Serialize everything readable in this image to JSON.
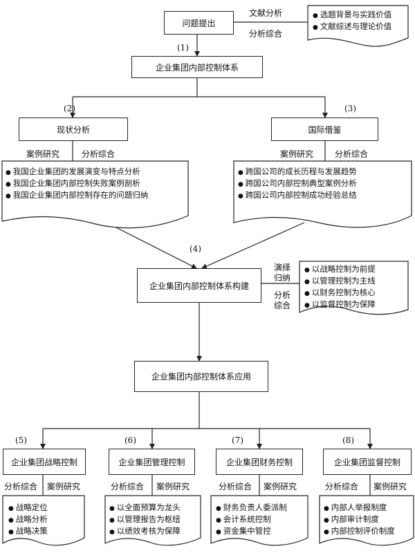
{
  "nodes": {
    "problem": "问题提出",
    "system": "企业集团内部控制体系",
    "status": "现状分析",
    "intl": "国际借鉴",
    "construct": "企业集团内部控制体系构建",
    "apply": "企业集团内部控制体系应用",
    "strategy": "企业集团战略控制",
    "management": "企业集团管理控制",
    "finance": "企业集团财务控制",
    "supervision": "企业集团监督控制"
  },
  "step_numbers": [
    "(1)",
    "(2)",
    "(3)",
    "(4)",
    "(5)",
    "(6)",
    "(7)",
    "(8)"
  ],
  "method_labels": {
    "literature_analysis": "文献分析",
    "synthesis": "分析综合",
    "case_study": "案例研究",
    "deduction": "演绎\n归纳",
    "synthesis_vertical": "分析\n综合"
  },
  "notes": {
    "problem": [
      "选题背景与实践价值",
      "文献综述与理论价值"
    ],
    "status": [
      "我国企业集团的发展演变与特点分析",
      "我国企业集团内部控制失败案例剖析",
      "我国企业集团内部控制存在的问题归纳"
    ],
    "intl": [
      "跨国公司的成长历程与发展趋势",
      "跨国公司内部控制典型案例分析",
      "跨国公司内部控制成功经验总结"
    ],
    "construct": [
      "以战略控制为前提",
      "以管理控制为主线",
      "以财务控制为核心",
      "以监督控制为保障"
    ],
    "strategy": [
      "战略定位",
      "战略分析",
      "战略决策"
    ],
    "management": [
      "以全面预算为龙头",
      "以管理报告为枢纽",
      "以绩效考核为保障"
    ],
    "finance": [
      "财务负责人委派制",
      "会计系统控制",
      "资金集中管控"
    ],
    "supervision": [
      "内部人举报制度",
      "内部审计制度",
      "内部控制评价制度"
    ]
  },
  "colors": {
    "stroke": "#222222",
    "background": "#ffffff"
  }
}
